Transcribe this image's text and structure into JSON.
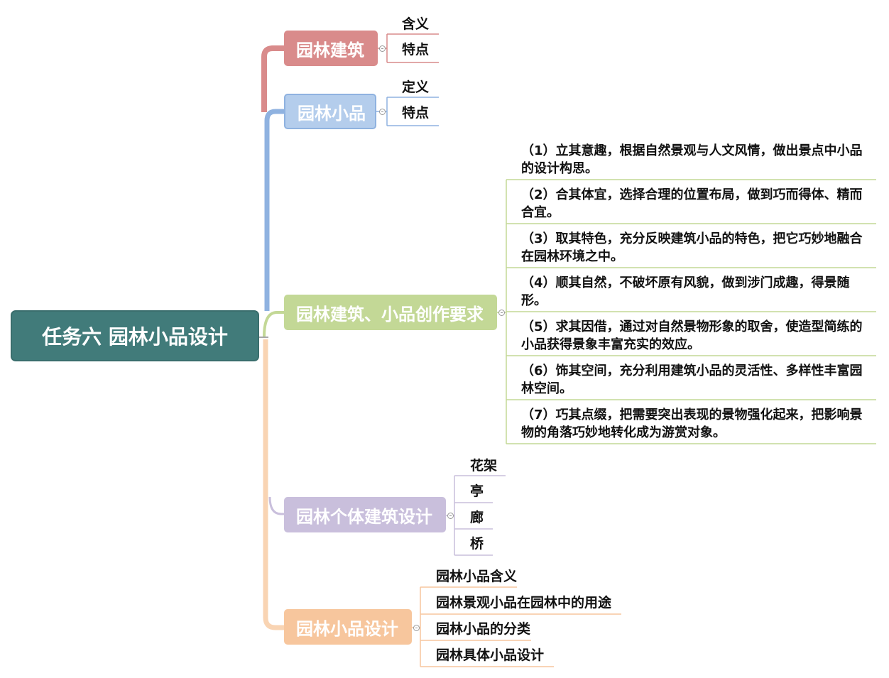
{
  "root": {
    "label": "任务六  园林小品设计",
    "color": "#417b7a"
  },
  "branches": [
    {
      "label": "园林建筑",
      "color": "#d98b8b",
      "children": [
        "含义",
        "特点"
      ]
    },
    {
      "label": "园林小品",
      "color": "#adc7e8",
      "children": [
        "定义",
        "特点"
      ]
    },
    {
      "label": "园林建筑、小品创作要求",
      "color": "#c3d896",
      "children": [
        "（1）立其意趣，根据自然景观与人文风情，做出景点中小品的设计构思。",
        "（2）合其体宜，选择合理的位置布局，做到巧而得体、精而合宜。",
        "（3）取其特色，充分反映建筑小品的特色，把它巧妙地融合在园林环境之中。",
        "（4）顺其自然，不破坏原有风貌，做到涉门成趣，得景随形。",
        "（5）求其因借，通过对自然景物形象的取舍，使造型简练的小品获得景象丰富充实的效应。",
        "（6）饰其空间，充分利用建筑小品的灵活性、多样性丰富园林空间。",
        "（7）巧其点缀，把需要突出表现的景物强化起来，把影响景物的角落巧妙地转化成为游赏对象。"
      ]
    },
    {
      "label": "园林个体建筑设计",
      "color": "#c9bfdc",
      "children": [
        "花架",
        "亭",
        "廊",
        "桥"
      ]
    },
    {
      "label": "园林小品设计",
      "color": "#f7c69d",
      "children": [
        "园林小品含义",
        "园林景观小品在园林中的用途",
        "园林小品的分类",
        "园林具体小品设计"
      ]
    }
  ]
}
